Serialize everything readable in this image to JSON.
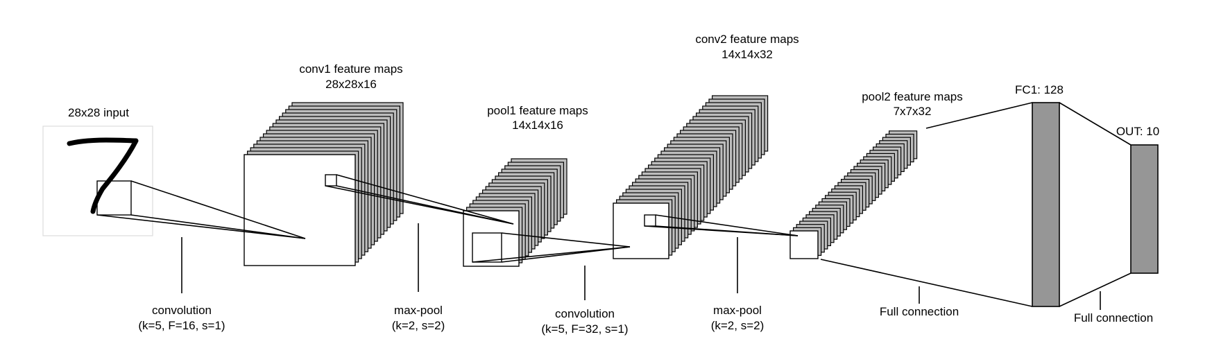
{
  "diagram": {
    "input_label": "28x28 input",
    "input_digit": "7",
    "conv1": {
      "title": "conv1 feature maps",
      "shape": "28x28x16"
    },
    "pool1": {
      "title": "pool1 feature maps",
      "shape": "14x14x16"
    },
    "conv2": {
      "title": "conv2 feature maps",
      "shape": "14x14x32"
    },
    "pool2": {
      "title": "pool2 feature maps",
      "shape": "7x7x32"
    },
    "fc1": {
      "title": "FC1: 128"
    },
    "out": {
      "title": "OUT: 10"
    },
    "ops": [
      {
        "name": "convolution",
        "params": "(k=5, F=16, s=1)"
      },
      {
        "name": "max-pool",
        "params": "(k=2, s=2)"
      },
      {
        "name": "convolution",
        "params": "(k=5, F=32, s=1)"
      },
      {
        "name": "max-pool",
        "params": "(k=2, s=2)"
      },
      {
        "name": "Full connection",
        "params": ""
      },
      {
        "name": "Full connection",
        "params": ""
      }
    ]
  }
}
